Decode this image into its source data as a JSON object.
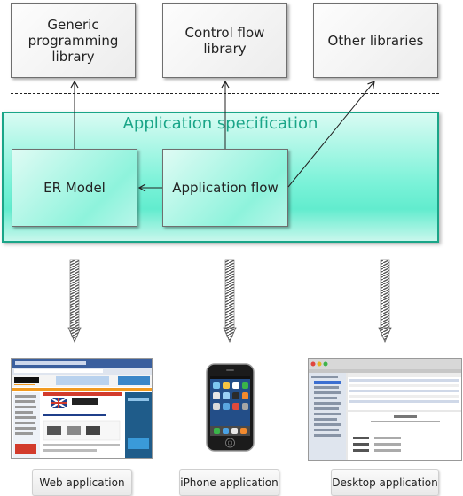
{
  "libraries": {
    "generic": "Generic programming library",
    "control_flow": "Control flow library",
    "other": "Other libraries"
  },
  "app_spec": {
    "title": "Application specification",
    "er_model": "ER Model",
    "app_flow": "Application flow"
  },
  "platforms": {
    "web": "Web application",
    "iphone": "iPhone application",
    "desktop": "Desktop application"
  },
  "colors": {
    "spec_border": "#1aa588",
    "spec_fill": "#7af2d8",
    "library_fill": "#eeeeee"
  }
}
